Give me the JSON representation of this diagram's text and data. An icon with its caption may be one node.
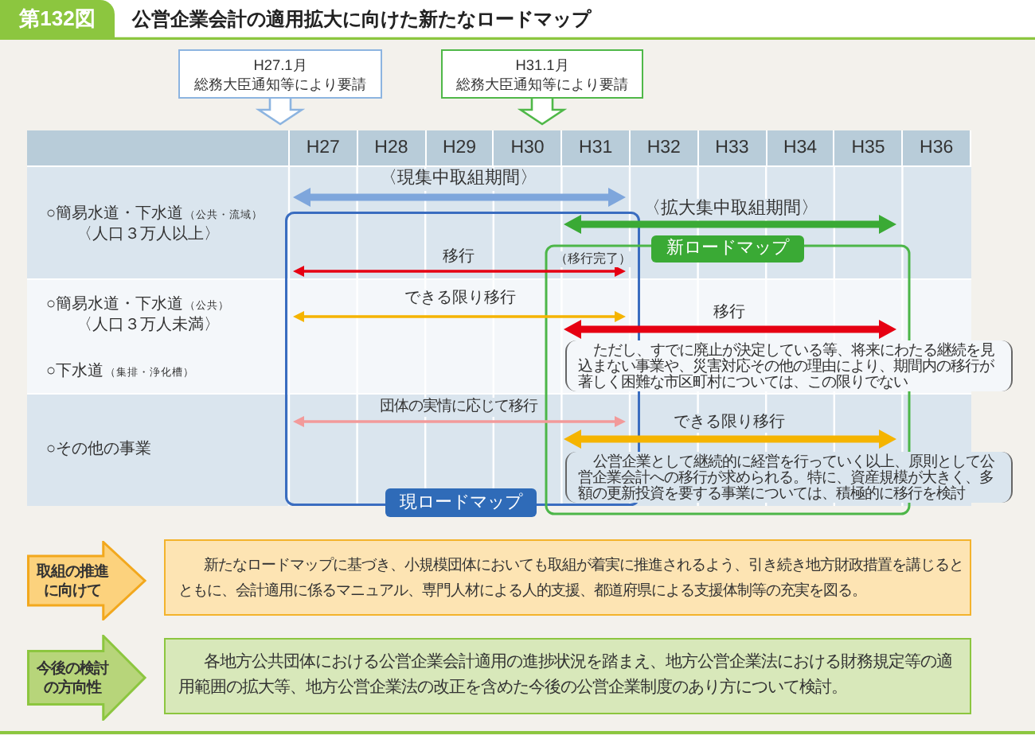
{
  "diagram": {
    "title": "公営企業会計の適用拡大に向けた新たなロードマップ",
    "nodes": [
      {
        "text": [
          "H27.1月",
          "総務大臣通知等により要請"
        ]
      },
      {
        "text": [
          "H31.1月",
          "総務大臣通知等により要請"
        ]
      },
      {
        "text": [
          "現ロードマップ"
        ]
      },
      {
        "text": [
          "新ロードマップ"
        ]
      },
      {
        "text": [
          "取組の推進に向けて"
        ]
      },
      {
        "text": [
          "新たなロードマップに基づき、小規模団体においても取組が着実に推進されるよう、引き続き地方財政措置を講じるとともに、会計適用に係るマニュアル、専門人材による人的支援、都道府県による支援体制等の充実を図る。"
        ]
      },
      {
        "text": [
          "今後の検討の方向性"
        ]
      },
      {
        "text": [
          "各地方公共団体における公営企業会計適用の進捗状況を踏まえ、地方公営企業法における財務規定等の適用範囲の拡大等、地方公営企業法の改正を含めた今後の公営企業制度のあり方について検討。"
        ]
      }
    ],
    "edges": [
      {
        "from": 0,
        "to": null,
        "arrow": "to",
        "color": "#8cb4e0"
      },
      {
        "from": 1,
        "to": null,
        "arrow": "to",
        "color": "#4fb848"
      }
    ],
    "labels": [
      "第132図",
      "H27",
      "H28",
      "H29",
      "H30",
      "H31",
      "H32",
      "H33",
      "H34",
      "H35",
      "H36",
      "〈現集中取組期間〉",
      "○簡易水道・下水道",
      "（公共・流域）",
      "〈人口３万人以上〉",
      "〈拡大集中取組期間〉",
      "移行",
      "（移行完了）",
      "○簡易水道・下水道",
      "（公共）",
      "できる限り移行",
      "〈人口３万人未満〉",
      "移行",
      "ただし、すでに廃止が決定している等、将来にわたる継続を見込まない事業や、災害対応その他の理由により、期間内の移行が著しく困難な市区町村については、この限りでない",
      "○下水道",
      "（集排・浄化槽）",
      "団体の実情に応じて移行",
      "○その他の事業",
      "できる限り移行",
      "公営企業として継続的に経営を行っていく以上、原則として公営企業会計への移行が求められる。特に、資産規模が大きく、多額の更新投資を要する事業については、積極的に移行を検討"
    ]
  }
}
